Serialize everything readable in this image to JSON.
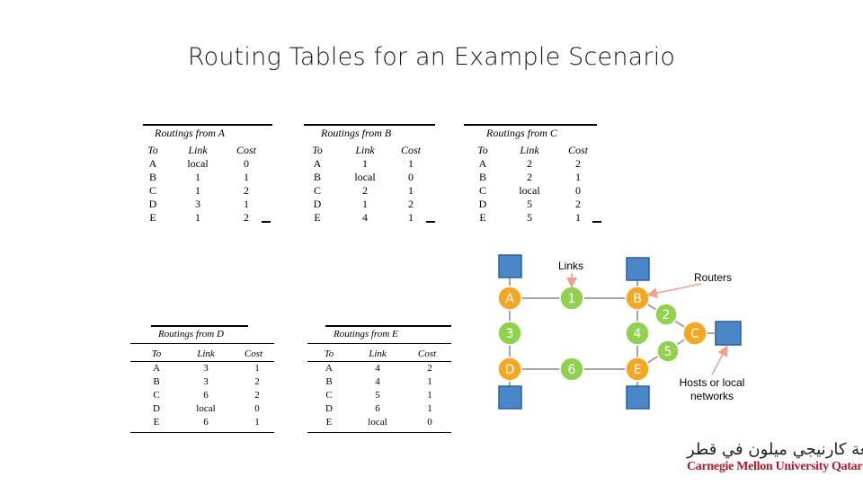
{
  "title": "Routing Tables for an Example Scenario",
  "tables": [
    {
      "caption": "Routings from A",
      "headers": [
        "To",
        "Link",
        "Cost"
      ],
      "to": [
        "A",
        "B",
        "C",
        "D",
        "E"
      ],
      "link": [
        "local",
        "1",
        "1",
        "3",
        "1"
      ],
      "cost": [
        "0",
        "1",
        "2",
        "1",
        "2"
      ]
    },
    {
      "caption": "Routings from B",
      "headers": [
        "To",
        "Link",
        "Cost"
      ],
      "to": [
        "A",
        "B",
        "C",
        "D",
        "E"
      ],
      "link": [
        "1",
        "local",
        "2",
        "1",
        "4"
      ],
      "cost": [
        "1",
        "0",
        "1",
        "2",
        "1"
      ]
    },
    {
      "caption": "Routings from C",
      "headers": [
        "To",
        "Link",
        "Cost"
      ],
      "to": [
        "A",
        "B",
        "C",
        "D",
        "E"
      ],
      "link": [
        "2",
        "2",
        "local",
        "5",
        "5"
      ],
      "cost": [
        "2",
        "1",
        "0",
        "2",
        "1"
      ]
    },
    {
      "caption": "Routings from D",
      "headers": [
        "To",
        "Link",
        "Cost"
      ],
      "to": [
        "A",
        "B",
        "C",
        "D",
        "E"
      ],
      "link": [
        "3",
        "3",
        "6",
        "local",
        "6"
      ],
      "cost": [
        "1",
        "2",
        "2",
        "0",
        "1"
      ]
    },
    {
      "caption": "Routings from E",
      "headers": [
        "To",
        "Link",
        "Cost"
      ],
      "to": [
        "A",
        "B",
        "C",
        "D",
        "E"
      ],
      "link": [
        "4",
        "4",
        "5",
        "6",
        "local"
      ],
      "cost": [
        "2",
        "1",
        "1",
        "1",
        "0"
      ]
    }
  ],
  "diagram": {
    "routers": [
      "A",
      "B",
      "C",
      "D",
      "E"
    ],
    "links": [
      "1",
      "2",
      "3",
      "4",
      "5",
      "6"
    ],
    "labels": {
      "links": "Links",
      "routers": "Routers",
      "hosts": [
        "Hosts or local",
        "networks"
      ]
    },
    "colors": {
      "router": "#f5a623",
      "link": "#92d050",
      "host": "#4a86c8",
      "host_border": "#2f5f96",
      "router_border": "#d98c12",
      "arrow": "#f0a08c"
    }
  },
  "logo": {
    "arabic": "جامعة كارنيجي ميلون في قطر",
    "english": "Carnegie Mellon University Qatar"
  }
}
